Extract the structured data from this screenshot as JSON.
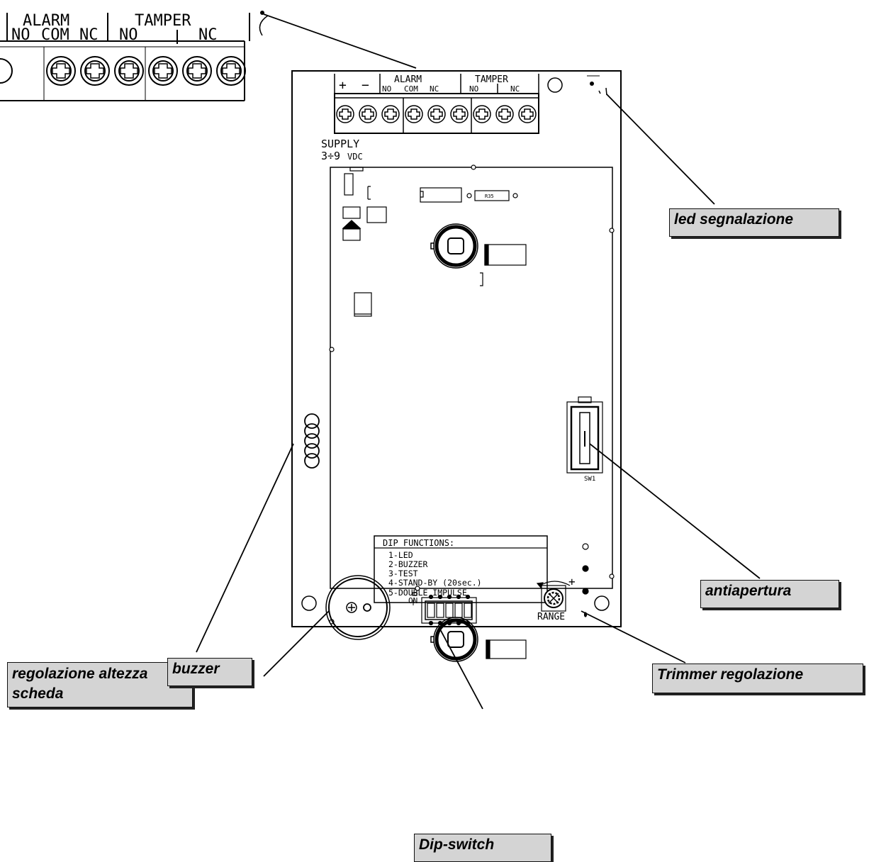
{
  "zoom_inset": {
    "alarm_header": "ALARM",
    "tamper_header": "TAMPER",
    "alarm_contacts": [
      "NO",
      "COM",
      "NC"
    ],
    "tamper_contacts": [
      "NO",
      "NC"
    ]
  },
  "board": {
    "terminal_plus": "+",
    "terminal_minus": "−",
    "alarm_header": "ALARM",
    "tamper_header": "TAMPER",
    "alarm_contacts": [
      "NO",
      "COM",
      "NC"
    ],
    "tamper_contacts": [
      "NO",
      "NC"
    ],
    "supply_label": "SUPPLY",
    "supply_voltage": "3÷9",
    "supply_unit": "VDC",
    "resistor_label": "R35",
    "switch_label": "SW1",
    "dip_on_label": "ON",
    "trimmer_label": "RANGE",
    "trimmer_plus": "+",
    "dip_functions": {
      "title": "DIP FUNCTIONS:",
      "items": [
        "1-LED",
        "2-BUZZER",
        "3-TEST",
        "4-STAND-BY (20sec.)",
        "5-DOUBLE IMPULSE"
      ]
    }
  },
  "callouts": {
    "led": "led segnalazione",
    "tamper_switch": "antiapertura",
    "height_line1": "regolazione altezza",
    "height_line2": "scheda",
    "buzzer": "buzzer",
    "trimmer": "Trimmer regolazione",
    "dip_switch": "Dip-switch"
  },
  "colors": {
    "line": "#000000",
    "callout_bg": "#d4d4d4"
  }
}
